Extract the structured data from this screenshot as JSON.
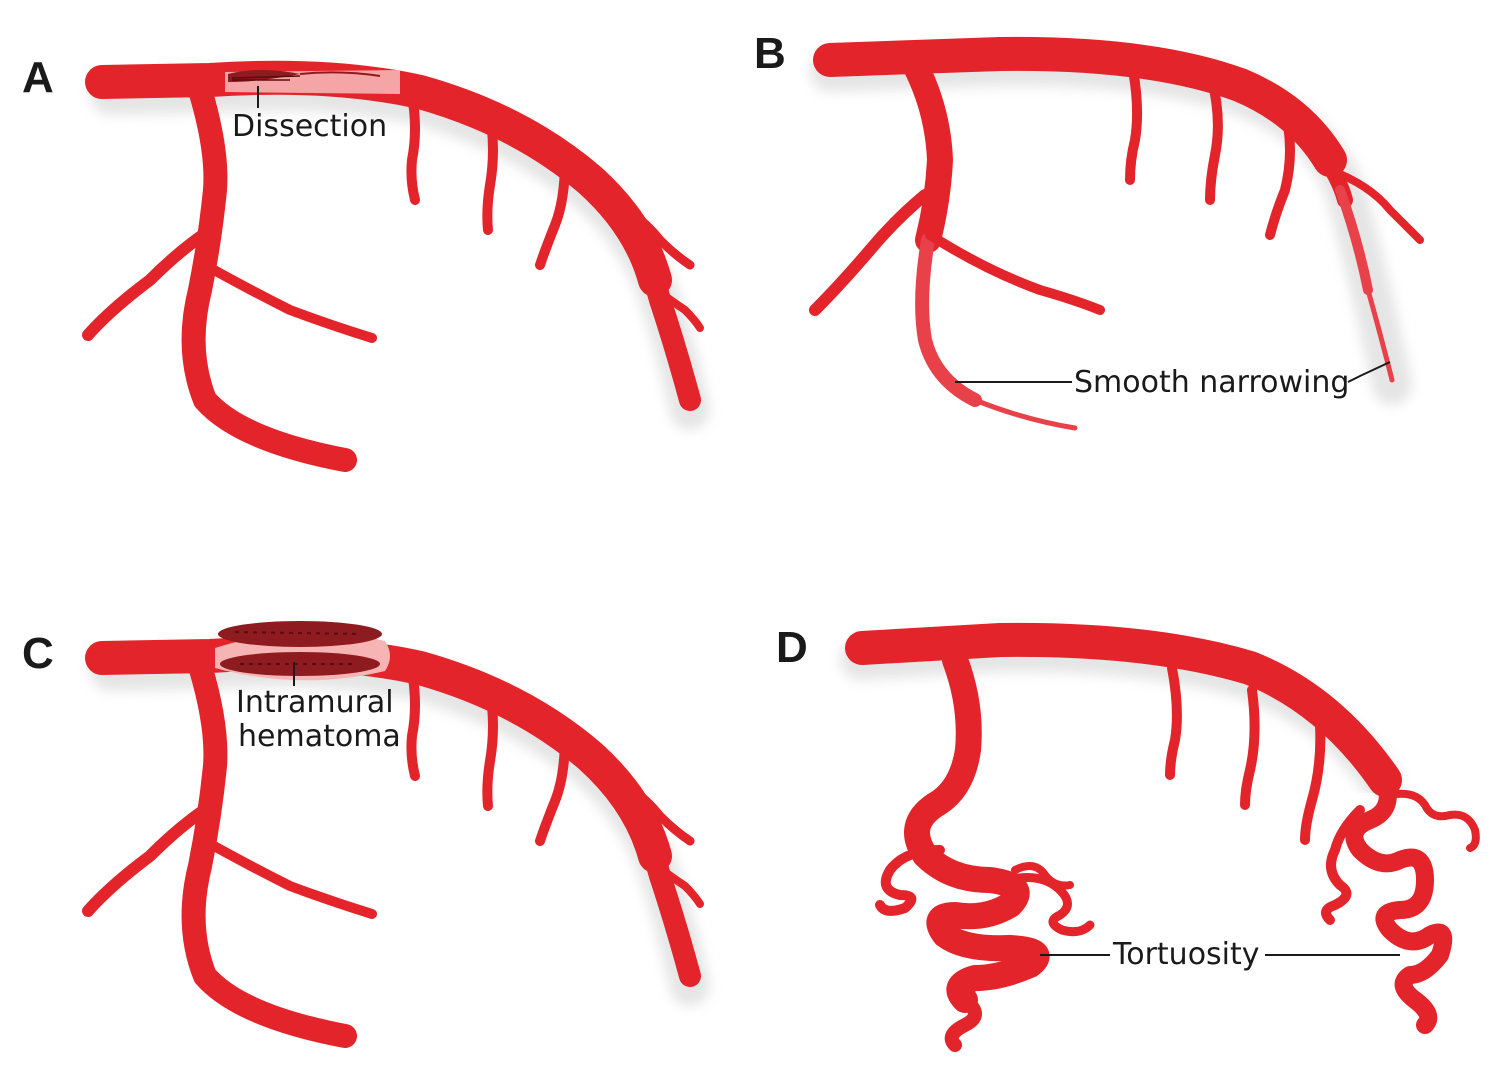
{
  "colors": {
    "artery": "#e3242b",
    "artery_highlight": "#f46a6a",
    "hematoma": "#8e1b1f",
    "text": "#1a1a1a"
  },
  "panels": [
    {
      "letter": "A",
      "callouts": [
        "Dissection"
      ]
    },
    {
      "letter": "B",
      "callouts": [
        "Smooth narrowing"
      ]
    },
    {
      "letter": "C",
      "callouts": [
        "Intramural",
        "hematoma"
      ]
    },
    {
      "letter": "D",
      "callouts": [
        "Tortuosity"
      ]
    }
  ]
}
